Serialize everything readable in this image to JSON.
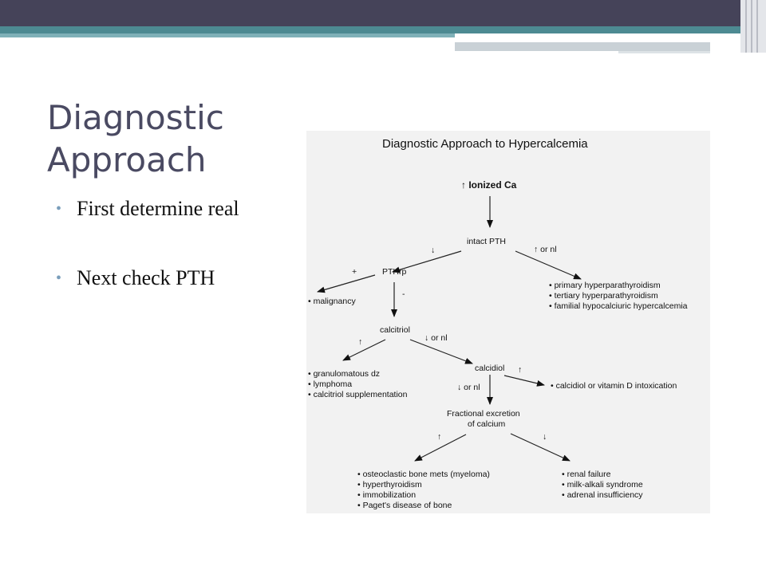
{
  "slide": {
    "title_line1": "Diagnostic",
    "title_line2": "Approach",
    "bullets": [
      "First determine real",
      "Next check PTH"
    ]
  },
  "diagram": {
    "title": "Diagnostic Approach to Hypercalcemia",
    "ionized_ca": "↑ Ionized Ca",
    "intact_pth": "intact PTH",
    "down": "↓",
    "up_or_nl": "↑ or nl",
    "pthrp": "PTHrp",
    "plus": "+",
    "minus": "-",
    "malignancy": "• malignancy",
    "pth_high": [
      "• primary hyperparathyroidism",
      "• tertiary hyperparathyroidism",
      "• familial hypocalciuric hypercalcemia"
    ],
    "calcitriol": "calcitriol",
    "up": "↑",
    "down_or_nl": "↓ or nl",
    "calcitriol_high": [
      "• granulomatous dz",
      "• lymphoma",
      "• calcitriol supplementation"
    ],
    "calcidiol": "calcidiol",
    "calcidiol_high": "• calcidiol or vitamin D intoxication",
    "fe_line1": "Fractional excretion",
    "fe_line2": "of calcium",
    "fe_high": [
      "• osteoclastic bone mets (myeloma)",
      "• hyperthyroidism",
      "• immobilization",
      "• Paget's disease of bone"
    ],
    "fe_low": [
      "• renal failure",
      "• milk-alkali syndrome",
      "• adrenal insufficiency"
    ]
  }
}
